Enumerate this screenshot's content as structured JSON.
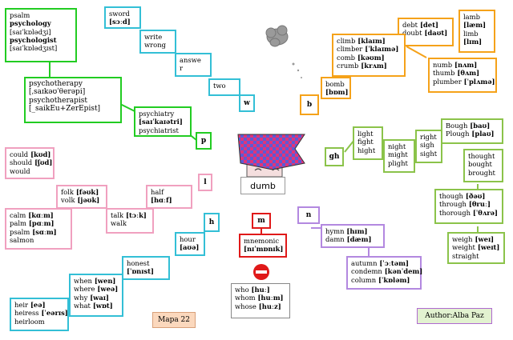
{
  "boxes": {
    "psalm": [
      "psalm",
      "psychology",
      "[saɪˈkɒlədʒi]",
      "psychologist",
      "[saɪˈkɒlədʒɪst]"
    ],
    "psychotherapy": [
      "psychotherapy",
      "[ˌsaɪkəʊˈθerəpi]",
      "psychotherapist",
      "[_saikEu+ZerEpist]"
    ],
    "psychiatry": [
      "psychiatry",
      "[saɪˈkaɪətri]",
      "psychiatrist"
    ],
    "sword": [
      "sword",
      "[sɔːd]"
    ],
    "write": [
      "write",
      "wrong"
    ],
    "answer": [
      "answe",
      "r"
    ],
    "two": [
      "two"
    ],
    "debt": [
      "debt [det]",
      "doubt [daʊt]"
    ],
    "lamb": [
      "lamb",
      "[læm]",
      "limb",
      "[lɪm]"
    ],
    "climb": [
      "climb [klaɪm]",
      "climber [ˈklaɪmə]",
      "comb [kəʊm]",
      "crumb [krʌm]"
    ],
    "numb": [
      "numb [nʌm]",
      "thumb [θʌm]",
      "plumber [ˈplʌmə]"
    ],
    "bomb": [
      "bomb",
      "[bɒm]"
    ],
    "light": [
      "light",
      "fight",
      "hight"
    ],
    "night": [
      "night",
      "might",
      "plight"
    ],
    "right": [
      "right",
      "sigh",
      "sight"
    ],
    "bough": [
      "Bough [baʊ]",
      "Plough [plaʊ]"
    ],
    "thought": [
      "thought",
      "bought",
      "brought"
    ],
    "though": [
      "though [ðəʊ]",
      "through [θruː]",
      "thorough [ˈθʌrə]"
    ],
    "weigh": [
      "weigh [weɪ]",
      "weight [weɪt]",
      "straight"
    ],
    "could": [
      "could [kʊd]",
      "should [ʃʊd]",
      "would"
    ],
    "folk": [
      "folk [fəʊk]",
      "volk [jəʊk]"
    ],
    "half": [
      "half",
      "[hɑːf]"
    ],
    "calm": [
      "calm [kɑːm]",
      "palm [pɑːm]",
      "psalm [sɑːm]",
      "salmon"
    ],
    "talk": [
      "talk [tɔːk]",
      "walk"
    ],
    "hour": [
      "hour",
      "[aʊə]"
    ],
    "honest": [
      "honest",
      "[ˈɒnɪst]"
    ],
    "when": [
      "when [wen]",
      "where [weə]",
      "why [waɪ]",
      "what [wɒt]"
    ],
    "heir": [
      "heir [eə]",
      "heiress [ˈeərɪs]",
      "heirloom"
    ],
    "mnemonic": [
      "mnemonic",
      "[nɪˈmɒnɪk]"
    ],
    "who": [
      "who [huː]",
      "whom [huːm]",
      "whose [huːz]"
    ],
    "hymn": [
      "hymn [hɪm]",
      "damn [dæm]"
    ],
    "autumn": [
      "autumn [ˈɔːtəm]",
      "condemn [kənˈdem]",
      "column [ˈkɒləm]"
    ]
  },
  "letters": {
    "w": "w",
    "b": "b",
    "p": "p",
    "gh": "gh",
    "l": "l",
    "h": "h",
    "m": "m",
    "n": "n"
  },
  "center_label": "dumb",
  "map_label": "Mapa 22",
  "author_label": "Author:Alba Paz",
  "colors": {
    "green": "#22cc22",
    "cyan": "#33bfd6",
    "orange": "#f5a21a",
    "pink": "#f0a0bf",
    "olive": "#8bc34a",
    "violet": "#b388e0",
    "red": "#e01919"
  }
}
